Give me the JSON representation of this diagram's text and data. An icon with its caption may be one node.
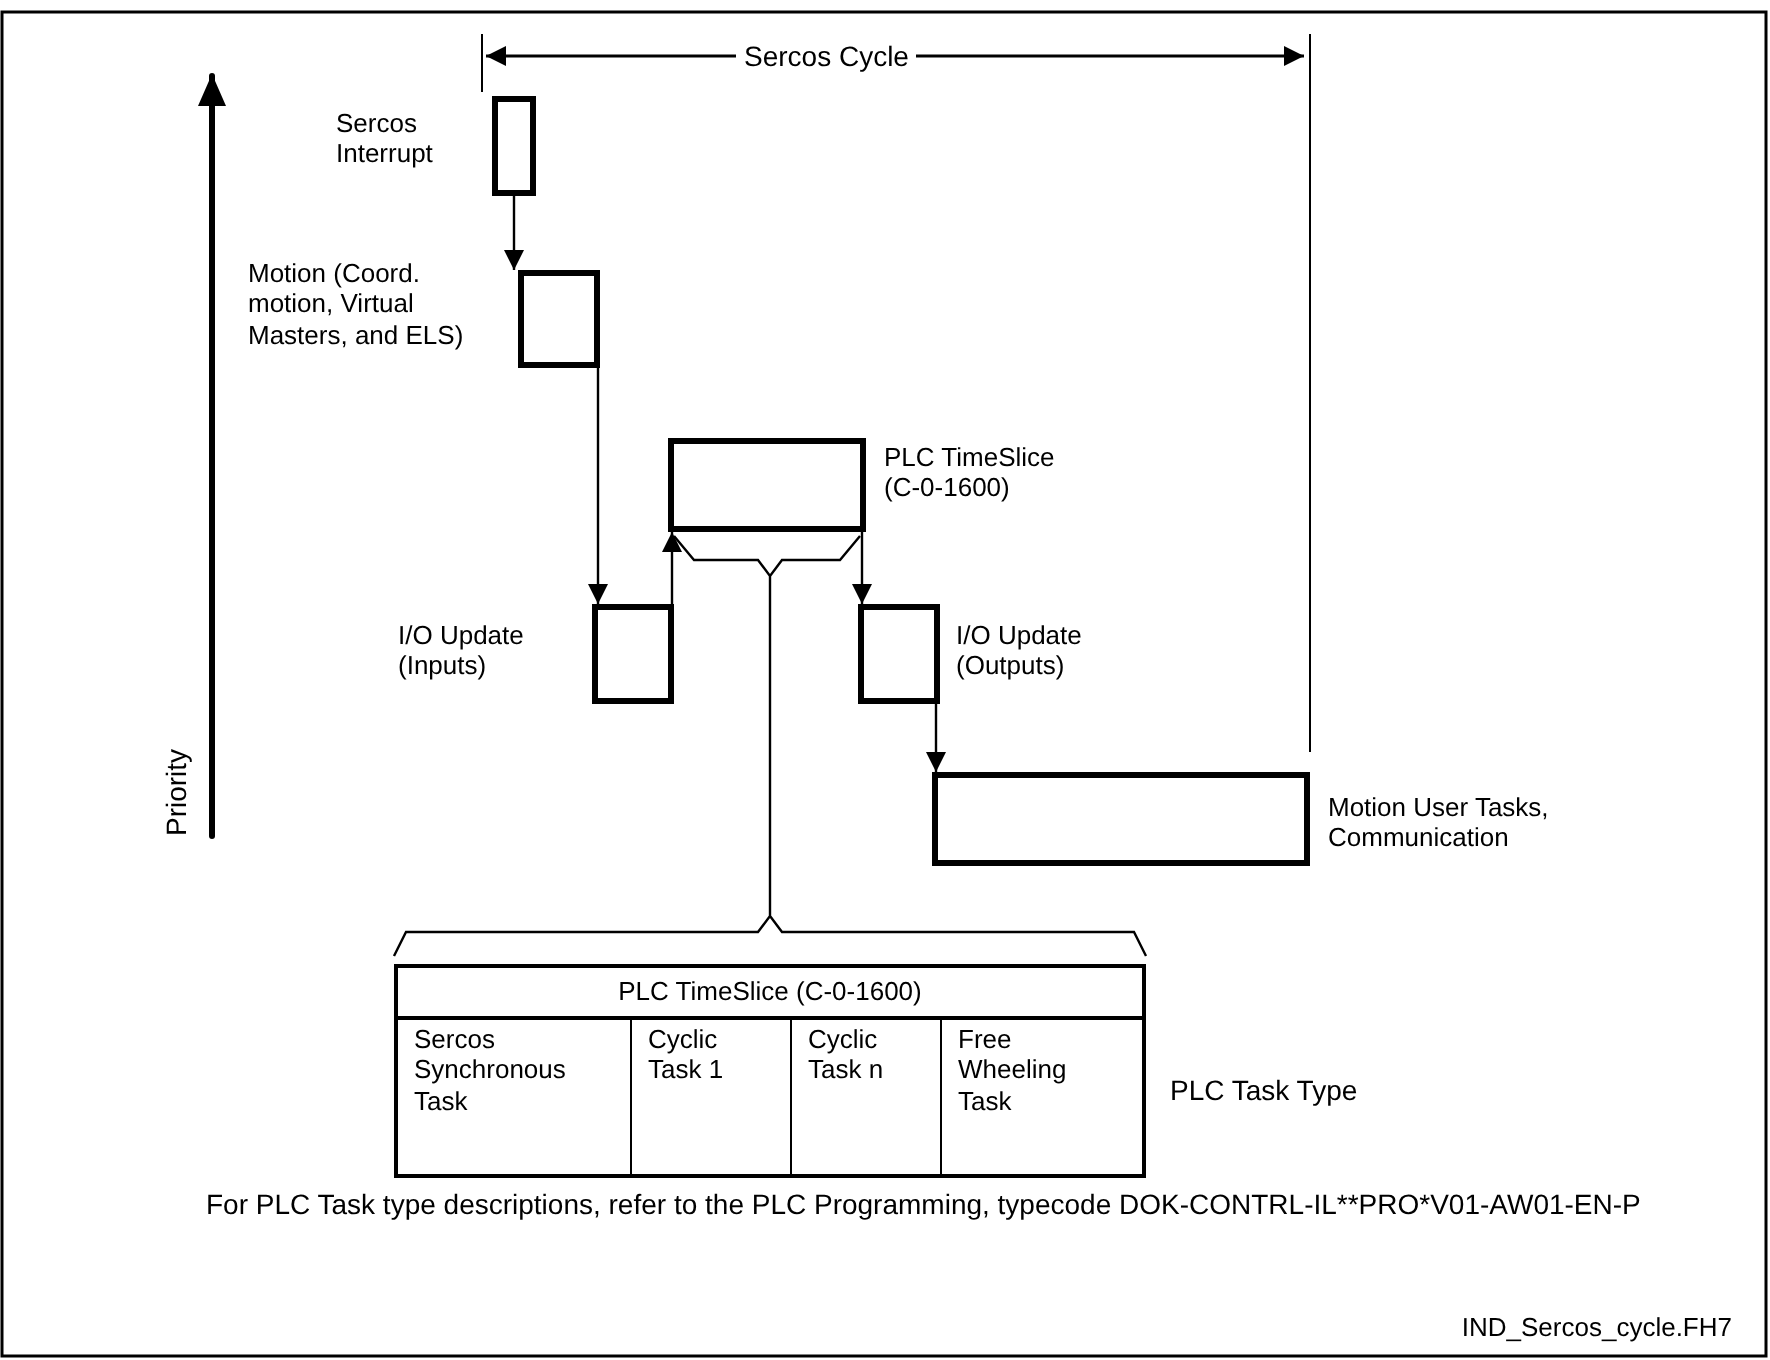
{
  "diagram": {
    "nodes": [
      {
        "text": [
          "Sercos Interrupt"
        ]
      },
      {
        "text": [
          "Motion (Coord. motion, Virtual Masters, and ELS)"
        ]
      },
      {
        "text": [
          "PLC TimeSlice (C-0-1600)"
        ]
      },
      {
        "text": [
          "I/O Update (Inputs)"
        ]
      },
      {
        "text": [
          "I/O Update (Outputs)"
        ]
      },
      {
        "text": [
          "Motion User Tasks, Communication"
        ]
      },
      {
        "text": [
          "PLC TimeSlice (C-0-1600)"
        ],
        "beside": [
          "PLC Task Type"
        ]
      },
      {
        "text": [
          "Sercos Synchronous Task"
        ],
        "in": 6
      },
      {
        "text": [
          "Cyclic Task 1"
        ],
        "in": 6
      },
      {
        "text": [
          "Cyclic Task n"
        ],
        "in": 6
      },
      {
        "text": [
          "Free Wheeling Task"
        ],
        "in": 6
      }
    ],
    "edges": [
      {
        "from": 0,
        "to": 1,
        "arrow": "to"
      },
      {
        "from": 1,
        "to": 3,
        "arrow": "to"
      },
      {
        "from": 3,
        "to": 2,
        "arrow": "to"
      },
      {
        "from": 2,
        "to": 4,
        "arrow": "to"
      },
      {
        "from": 4,
        "to": 5,
        "arrow": "to"
      },
      {
        "from": 2,
        "to": 6,
        "arrow": "none"
      }
    ],
    "labels": [
      "Sercos Cycle",
      "Priority",
      "For PLC Task type descriptions, refer to the PLC Programming, typecode DOK-CONTRL-IL**PRO*V01-AW01-EN-P",
      "IND_Sercos_cycle.FH7"
    ]
  }
}
